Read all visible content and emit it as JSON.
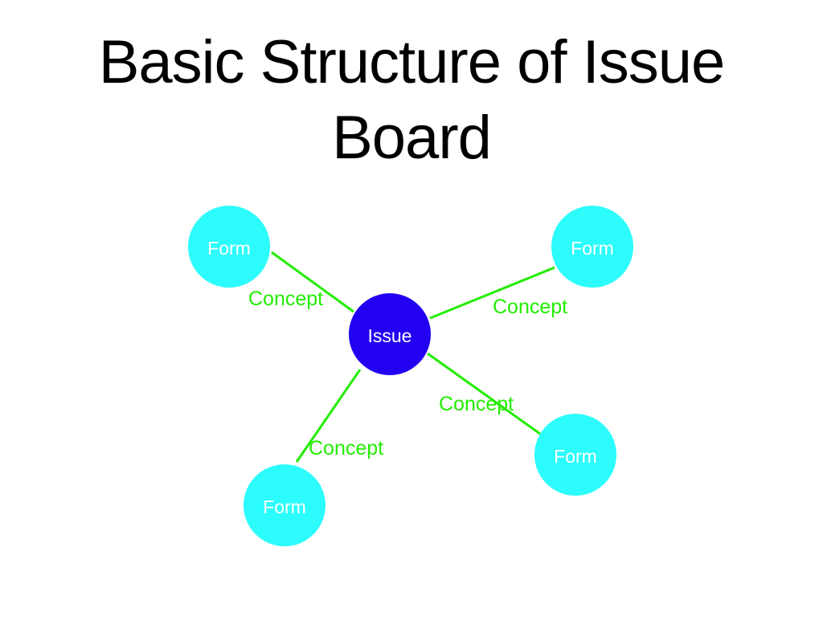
{
  "title": {
    "line1": "Basic Structure of Issue",
    "line2": "Board"
  },
  "diagram": {
    "center": {
      "label": "Issue",
      "color": "#2200f2"
    },
    "forms": [
      {
        "label": "Form"
      },
      {
        "label": "Form"
      },
      {
        "label": "Form"
      },
      {
        "label": "Form"
      }
    ],
    "edges": [
      {
        "label": "Concept"
      },
      {
        "label": "Concept"
      },
      {
        "label": "Concept"
      },
      {
        "label": "Concept"
      }
    ],
    "form_color": "#2cfcfc",
    "edge_color": "#22ee00"
  }
}
